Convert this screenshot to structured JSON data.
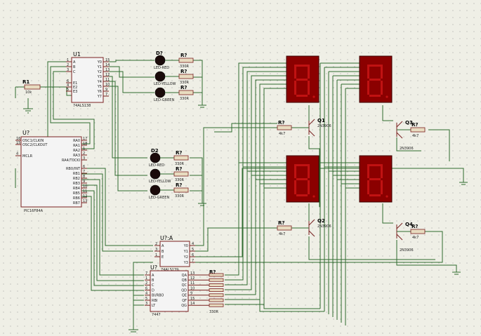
{
  "schematic": {
    "decoder_top": {
      "ref": "U1",
      "part": "74ALS138",
      "inputs": [
        "A",
        "B",
        "C",
        "E1",
        "E2",
        "E3"
      ],
      "input_pins": [
        "1",
        "2",
        "3",
        "6",
        "4",
        "5"
      ],
      "outputs": [
        "Y0",
        "Y1",
        "Y2",
        "Y3",
        "Y4",
        "Y5",
        "Y6",
        "Y7"
      ],
      "output_pins": [
        "15",
        "14",
        "13",
        "12",
        "11",
        "10",
        "9",
        "7"
      ]
    },
    "mcu": {
      "ref": "U?",
      "part": "PIC16F84A",
      "left_pins": [
        "OSC1/CLKIN",
        "OSC2/CLKOUT",
        "MCLR"
      ],
      "left_nums": [
        "16",
        "15",
        "4"
      ],
      "right_pins": [
        "RA0",
        "RA1",
        "RA2",
        "RA3",
        "RA4/T0CKI",
        "RB0/INT",
        "RB1",
        "RB2",
        "RB3",
        "RB4",
        "RB5",
        "RB6",
        "RB7"
      ],
      "right_nums": [
        "17",
        "18",
        "1",
        "2",
        "3",
        "6",
        "7",
        "8",
        "9",
        "10",
        "11",
        "12",
        "13"
      ]
    },
    "decoder_bottom": {
      "ref": "U?:A",
      "part": "74ALS139",
      "inputs": [
        "A",
        "B",
        "E"
      ],
      "input_pins": [
        "2",
        "3",
        "1"
      ],
      "outputs": [
        "Y0",
        "Y1",
        "Y2",
        "Y3"
      ],
      "output_pins": [
        "4",
        "5",
        "6",
        "7"
      ]
    },
    "bcd_driver": {
      "ref": "U?",
      "part": "7447",
      "inputs": [
        "A",
        "B",
        "C",
        "D",
        "BI/RBO",
        "RBI",
        "LT"
      ],
      "input_pins": [
        "7",
        "1",
        "2",
        "6",
        "4",
        "5",
        "3"
      ],
      "outputs": [
        "QA",
        "QB",
        "QC",
        "QD",
        "QE",
        "QF",
        "QG"
      ],
      "output_pins": [
        "13",
        "12",
        "11",
        "10",
        "9",
        "15",
        "14"
      ]
    },
    "led_groups": [
      {
        "ref": "D?",
        "labels": [
          "LED-RED",
          "LED-YELLOW",
          "LED-GREEN"
        ]
      },
      {
        "ref": "D2",
        "labels": [
          "LED-RED",
          "LED-YELLOW",
          "LED-GREEN"
        ]
      }
    ],
    "resistors": {
      "r1": {
        "ref": "R1",
        "value": "10k"
      },
      "led_ref": "R?",
      "led_value": "330R",
      "base_value": "4k7",
      "seg_ref": "R?",
      "seg_value": "330R"
    },
    "transistors": [
      {
        "ref": "Q1",
        "part": "2N3906"
      },
      {
        "ref": "Q2",
        "part": "2N3906"
      },
      {
        "ref": "Q3",
        "part": "2N3906"
      },
      {
        "ref": "Q4",
        "part": "2N3906"
      }
    ],
    "colors": {
      "wire": "#2f6b2f",
      "component": "#7a2020",
      "segment_on": "#c01212",
      "segment_case": "#8b0000",
      "background": "#efefe6",
      "grid_dot": "#8a8a8a"
    }
  }
}
